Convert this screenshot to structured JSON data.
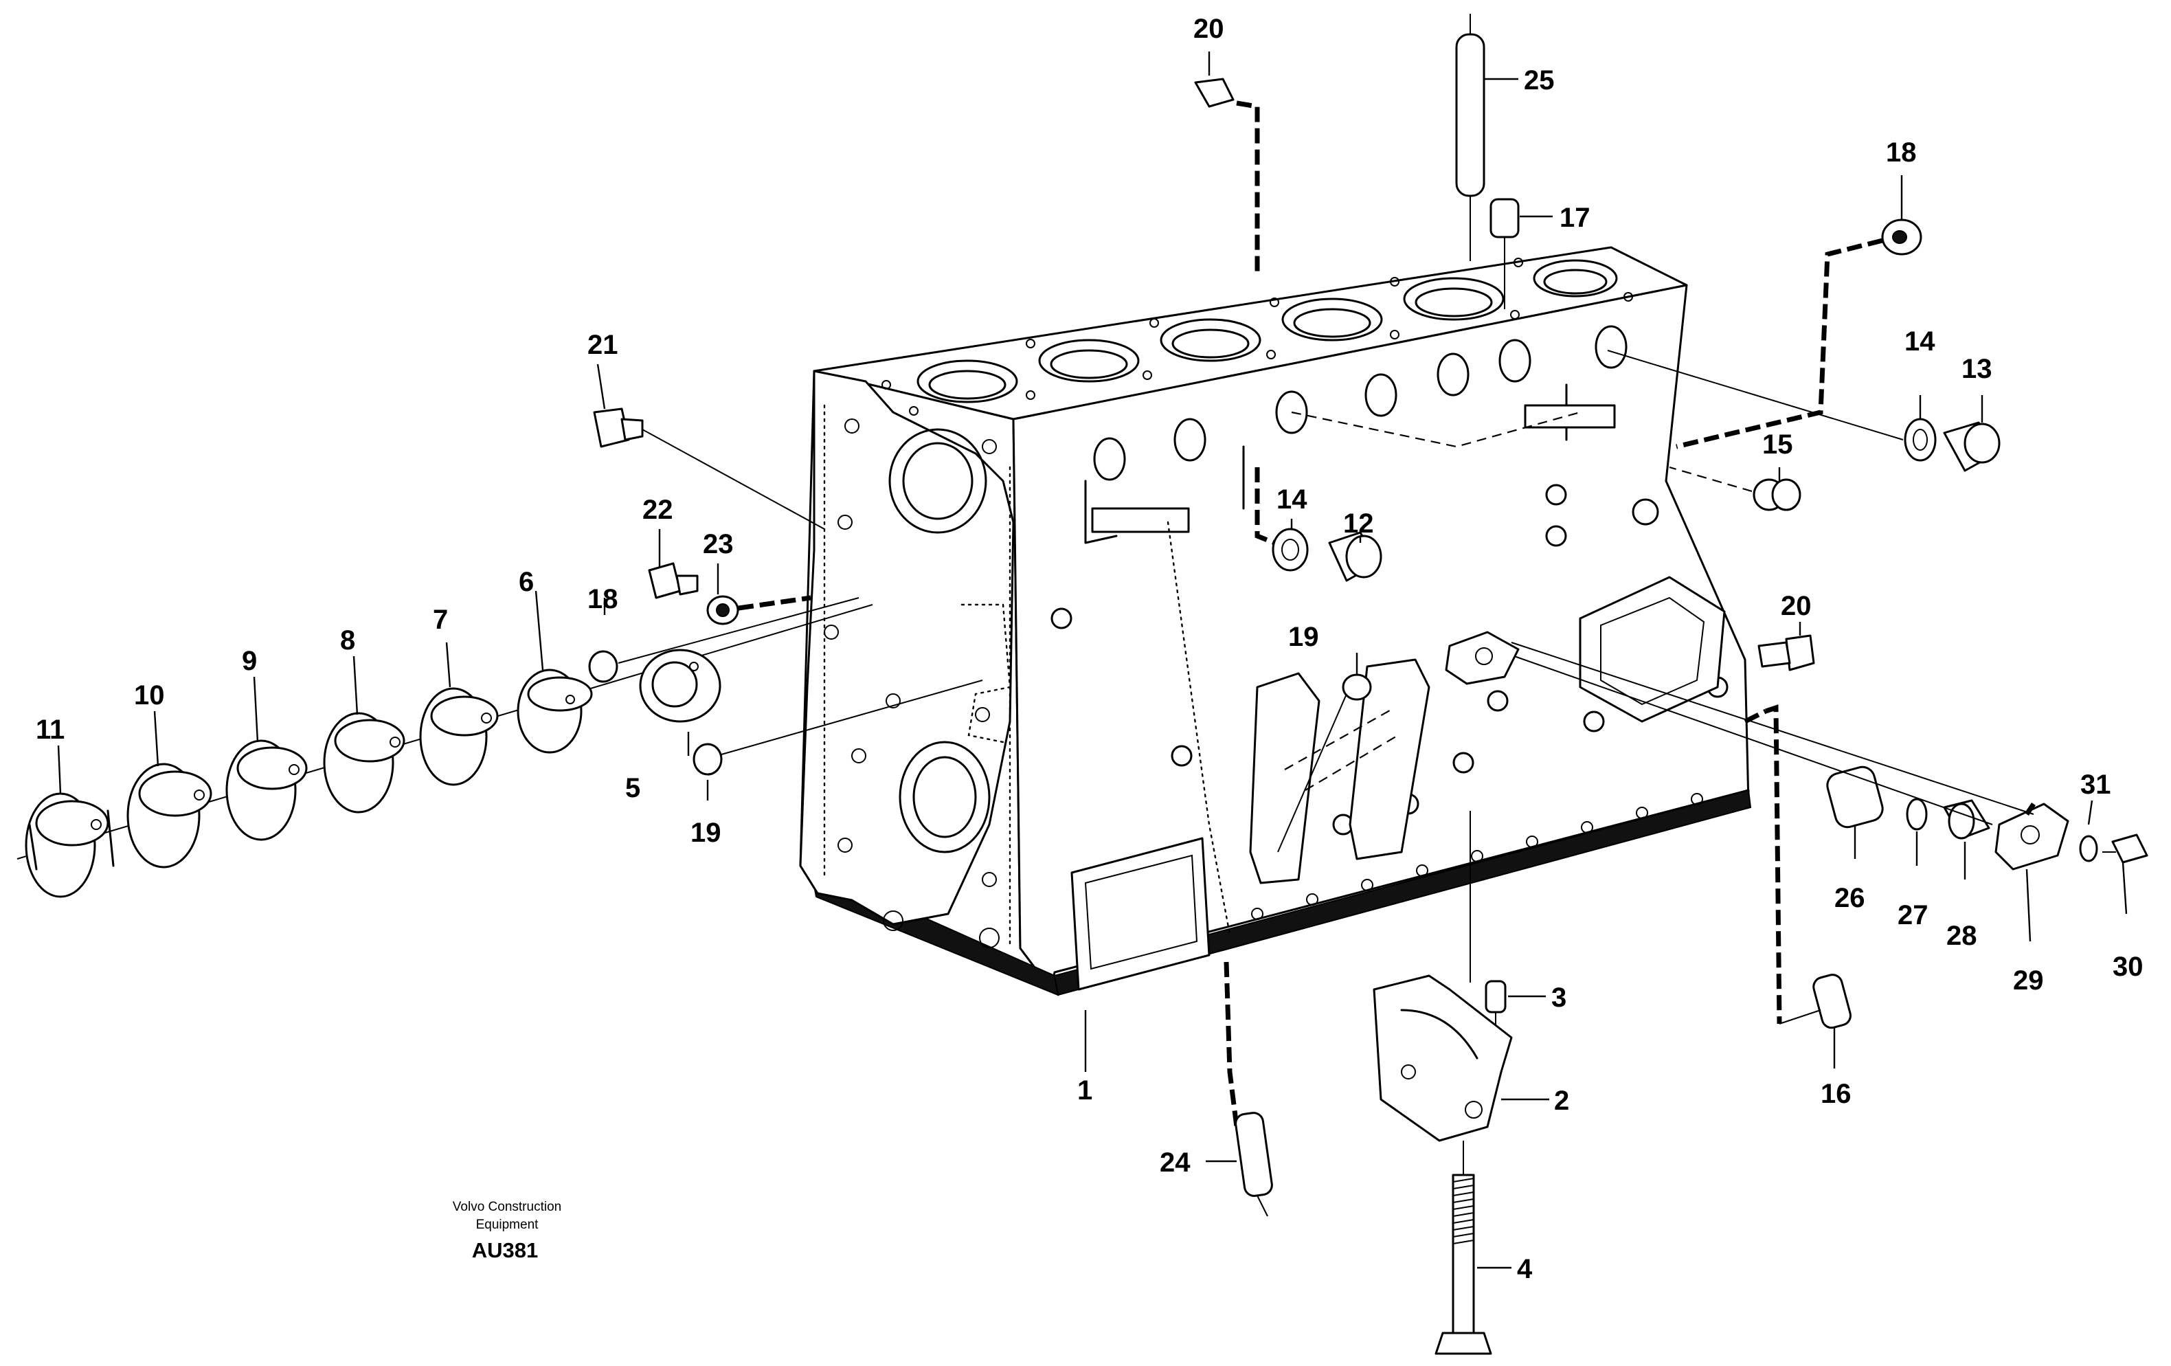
{
  "callouts": {
    "c1": "1",
    "c2": "2",
    "c3": "3",
    "c4": "4",
    "c5": "5",
    "c6": "6",
    "c7": "7",
    "c8": "8",
    "c9": "9",
    "c10": "10",
    "c11": "11",
    "c12": "12",
    "c13": "13",
    "c14a": "14",
    "c14b": "14",
    "c15": "15",
    "c16": "16",
    "c17": "17",
    "c18a": "18",
    "c18b": "18",
    "c19a": "19",
    "c19b": "19",
    "c20a": "20",
    "c20b": "20",
    "c21": "21",
    "c22": "22",
    "c23": "23",
    "c24": "24",
    "c25": "25",
    "c26": "26",
    "c27": "27",
    "c28": "28",
    "c29": "29",
    "c30": "30",
    "c31": "31"
  },
  "caption": {
    "line1": "Volvo Construction",
    "line2": "Equipment",
    "code": "AU381"
  }
}
